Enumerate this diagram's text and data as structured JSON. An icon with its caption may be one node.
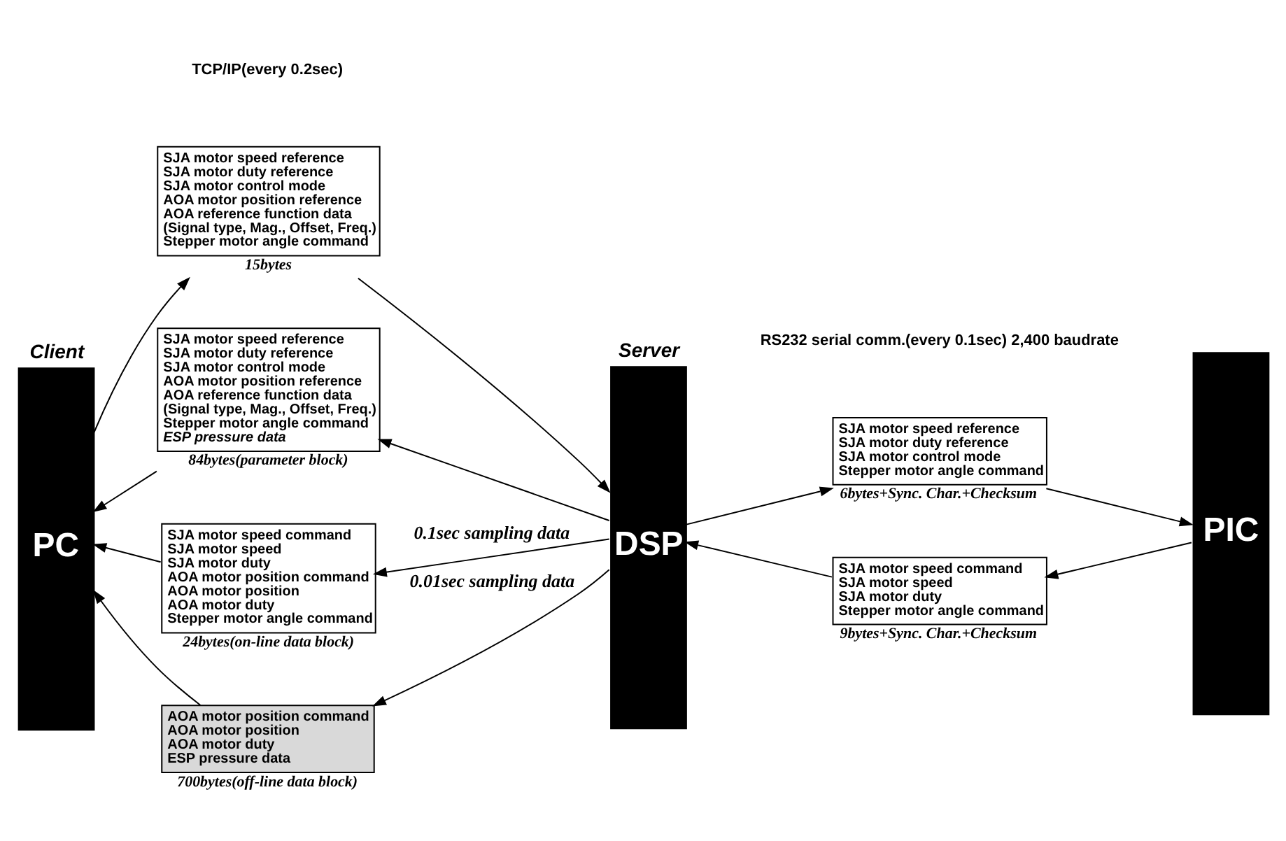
{
  "diagram": {
    "nodes": [
      {
        "text": [
          "Client",
          "PC"
        ]
      },
      {
        "text": [
          "SJA motor speed reference",
          "SJA motor duty reference",
          "SJA motor control mode",
          "AOA motor position reference",
          "AOA reference function data",
          "(Signal type, Mag., Offset, Freq.)",
          "Stepper motor angle command"
        ],
        "beside": [
          "15bytes"
        ]
      },
      {
        "text": [
          "SJA motor speed reference",
          "SJA motor duty reference",
          "SJA motor control mode",
          "AOA motor position reference",
          "AOA reference function data",
          "(Signal type, Mag., Offset, Freq.)",
          "Stepper motor angle command",
          "ESP pressure data"
        ],
        "beside": [
          "84bytes(parameter block)"
        ]
      },
      {
        "text": [
          "SJA motor speed command",
          "SJA motor speed",
          "SJA motor duty",
          "AOA motor position command",
          "AOA motor position",
          "AOA motor duty",
          "Stepper motor angle command"
        ],
        "beside": [
          "24bytes(on-line data block)"
        ]
      },
      {
        "text": [
          "AOA motor position command",
          "AOA motor position",
          "AOA motor duty",
          "ESP pressure data"
        ],
        "beside": [
          "700bytes(off-line data block)"
        ]
      },
      {
        "text": [
          "Server",
          "DSP"
        ]
      },
      {
        "text": [
          "SJA motor speed reference",
          "SJA motor duty reference",
          "SJA motor control mode",
          "Stepper motor angle command"
        ],
        "beside": [
          "6bytes+Sync. Char.+Checksum"
        ]
      },
      {
        "text": [
          "SJA motor speed command",
          "SJA motor speed",
          "SJA motor duty",
          "Stepper motor angle command"
        ],
        "beside": [
          "9bytes+Sync. Char.+Checksum"
        ]
      },
      {
        "text": [
          "PIC"
        ]
      }
    ],
    "edges": [
      {
        "from": 0,
        "to": 1,
        "arrow": "to"
      },
      {
        "from": 1,
        "to": 5,
        "arrow": "to"
      },
      {
        "from": 5,
        "to": 2,
        "arrow": "to"
      },
      {
        "from": 2,
        "to": 0,
        "arrow": "to"
      },
      {
        "from": 5,
        "to": 3,
        "arrow": "to",
        "label": "0.1sec sampling data"
      },
      {
        "from": 3,
        "to": 0,
        "arrow": "to"
      },
      {
        "from": 5,
        "to": 4,
        "arrow": "to",
        "label": "0.01sec sampling data"
      },
      {
        "from": 4,
        "to": 0,
        "arrow": "to"
      },
      {
        "from": 5,
        "to": 6,
        "arrow": "to"
      },
      {
        "from": 6,
        "to": 8,
        "arrow": "to"
      },
      {
        "from": 8,
        "to": 7,
        "arrow": "to"
      },
      {
        "from": 7,
        "to": 5,
        "arrow": "to"
      }
    ],
    "labels": [
      "TCP/IP(every 0.2sec)",
      "RS232 serial comm.(every 0.1sec) 2,400 baudrate"
    ]
  }
}
